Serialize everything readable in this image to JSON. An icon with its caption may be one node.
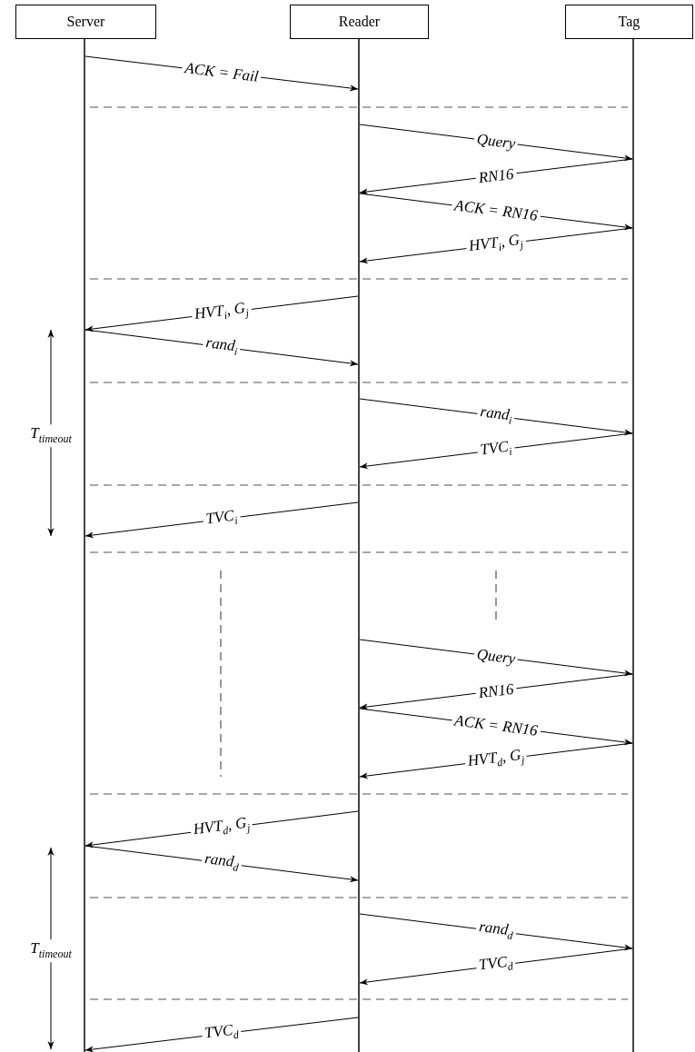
{
  "diagram": {
    "nodes": [
      {
        "text": [
          "Server"
        ]
      },
      {
        "text": [
          "Reader"
        ]
      },
      {
        "text": [
          "Tag"
        ]
      },
      {
        "text": [],
        "shape": "line"
      },
      {
        "text": [],
        "shape": "line"
      },
      {
        "text": [],
        "shape": "line"
      }
    ],
    "edges": [
      {
        "from": 3,
        "to": 4,
        "arrow": "to",
        "label": "ACK = Fail"
      },
      {
        "from": 4,
        "to": 5,
        "arrow": "to",
        "label": "Query"
      },
      {
        "from": 5,
        "to": 4,
        "arrow": "to",
        "label": "RN16"
      },
      {
        "from": 4,
        "to": 5,
        "arrow": "to",
        "label": "ACK = RN16"
      },
      {
        "from": 5,
        "to": 4,
        "arrow": "to",
        "label": "HVT$_{i}$, G$_{j}$"
      },
      {
        "from": 4,
        "to": 3,
        "arrow": "to",
        "label": "HVT$_{i}$, G$_{j}$"
      },
      {
        "from": 3,
        "to": 4,
        "arrow": "to",
        "label": "rand$_{i}$"
      },
      {
        "from": 4,
        "to": 5,
        "arrow": "to",
        "label": "rand$_{i}$"
      },
      {
        "from": 5,
        "to": 4,
        "arrow": "to",
        "label": "TVC$_{i}$"
      },
      {
        "from": 4,
        "to": 3,
        "arrow": "to",
        "label": "TVC$_{i}$"
      },
      {
        "from": 4,
        "to": 5,
        "arrow": "to",
        "label": "Query"
      },
      {
        "from": 5,
        "to": 4,
        "arrow": "to",
        "label": "RN16"
      },
      {
        "from": 4,
        "to": 5,
        "arrow": "to",
        "label": "ACK = RN16"
      },
      {
        "from": 5,
        "to": 4,
        "arrow": "to",
        "label": "HVT$_{d}$, G$_{j}$"
      },
      {
        "from": 4,
        "to": 3,
        "arrow": "to",
        "label": "HVT$_{d}$, G$_{j}$"
      },
      {
        "from": 3,
        "to": 4,
        "arrow": "to",
        "label": "rand$_{d}$"
      },
      {
        "from": 4,
        "to": 5,
        "arrow": "to",
        "label": "rand$_{d}$"
      },
      {
        "from": 5,
        "to": 4,
        "arrow": "to",
        "label": "TVC$_{d}$"
      },
      {
        "from": 4,
        "to": 3,
        "arrow": "to",
        "label": "TVC$_{d}$"
      }
    ],
    "labels": [
      "T$_{timeout}$",
      "T$_{timeout}$"
    ]
  }
}
